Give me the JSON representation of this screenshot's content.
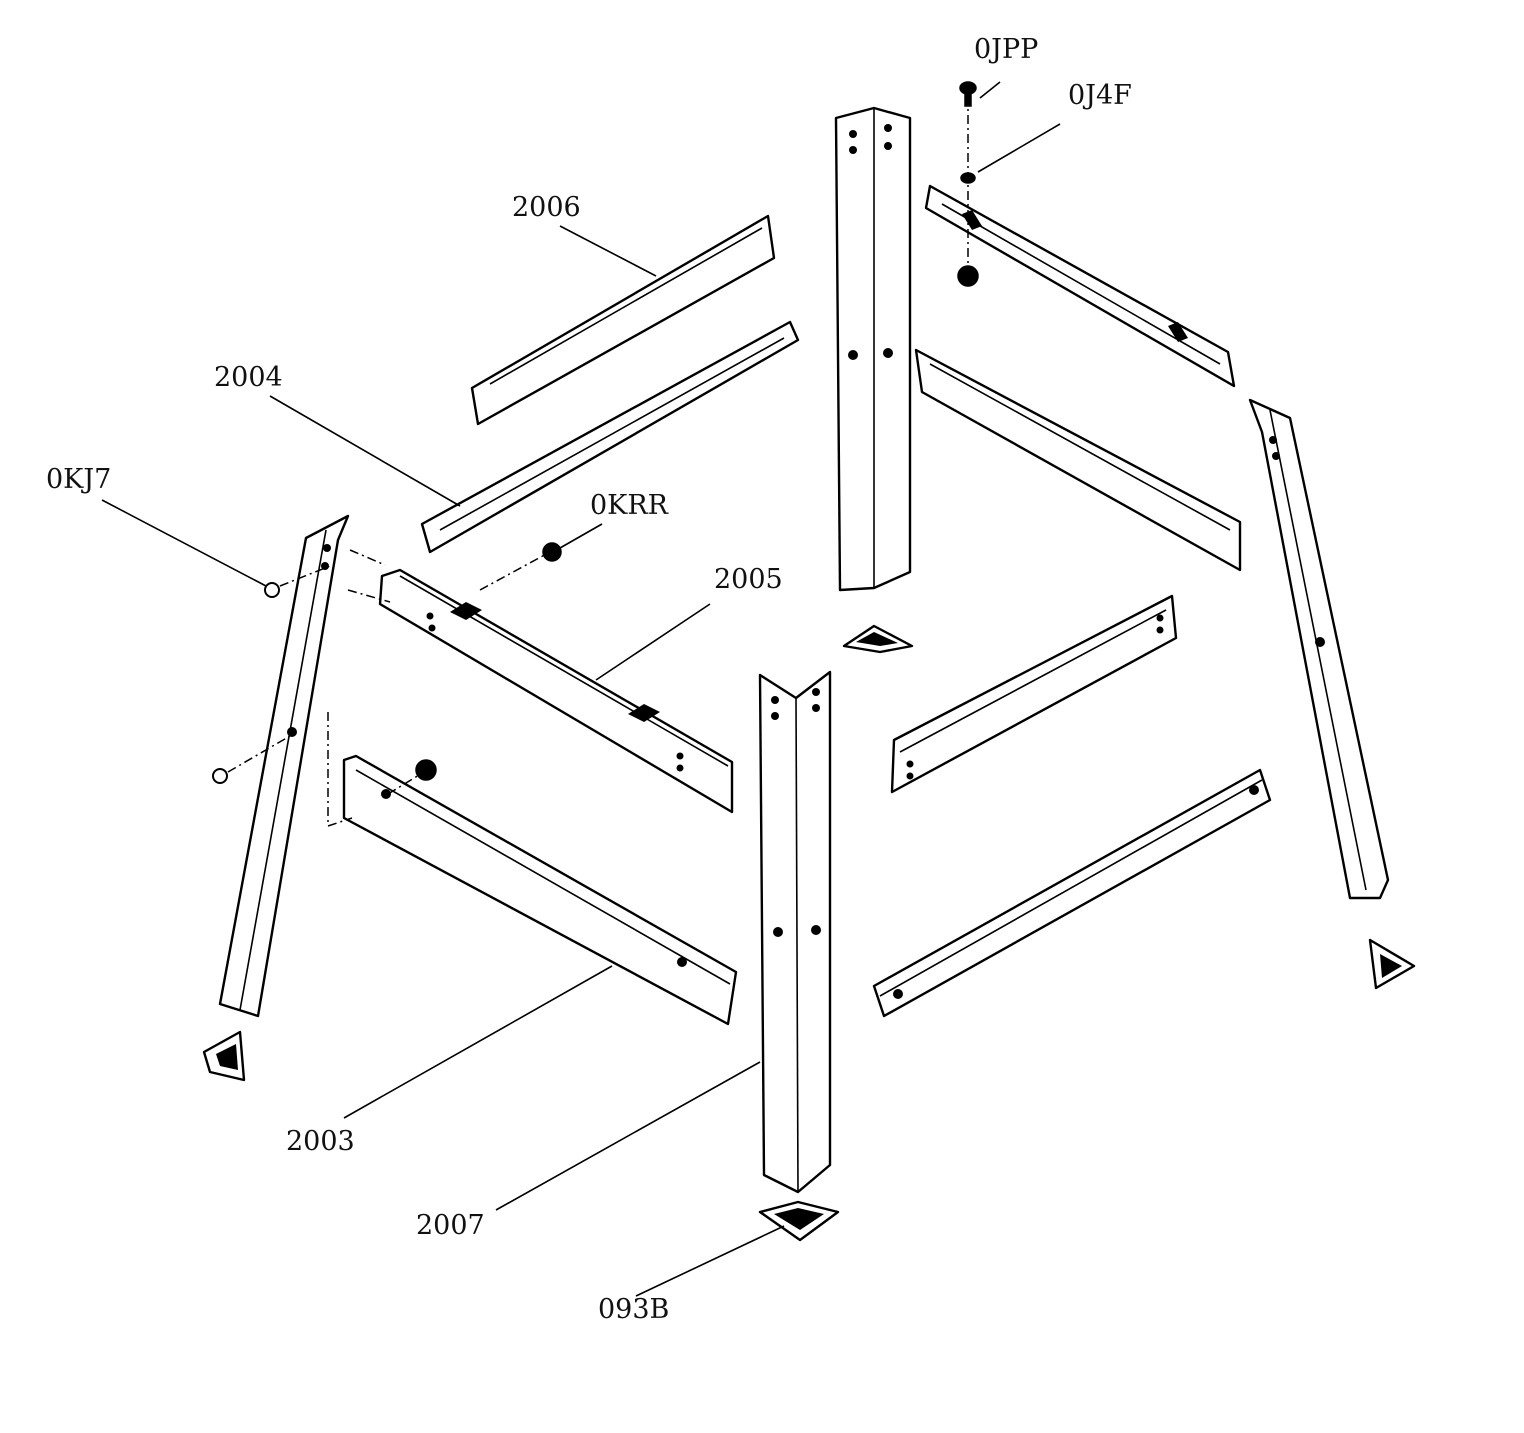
{
  "labels": {
    "jpp": "0JPP",
    "j4f": "0J4F",
    "p2006": "2006",
    "p2004": "2004",
    "kj7": "0KJ7",
    "krr": "0KRR",
    "p2005": "2005",
    "p2003": "2003",
    "p2007": "2007",
    "p093b": "093B"
  },
  "colors": {
    "ink": "#000000",
    "paper": "#ffffff"
  },
  "icons": [
    "carriage-bolt-icon",
    "washer-icon",
    "hex-nut-icon",
    "foot-pad-icon"
  ]
}
